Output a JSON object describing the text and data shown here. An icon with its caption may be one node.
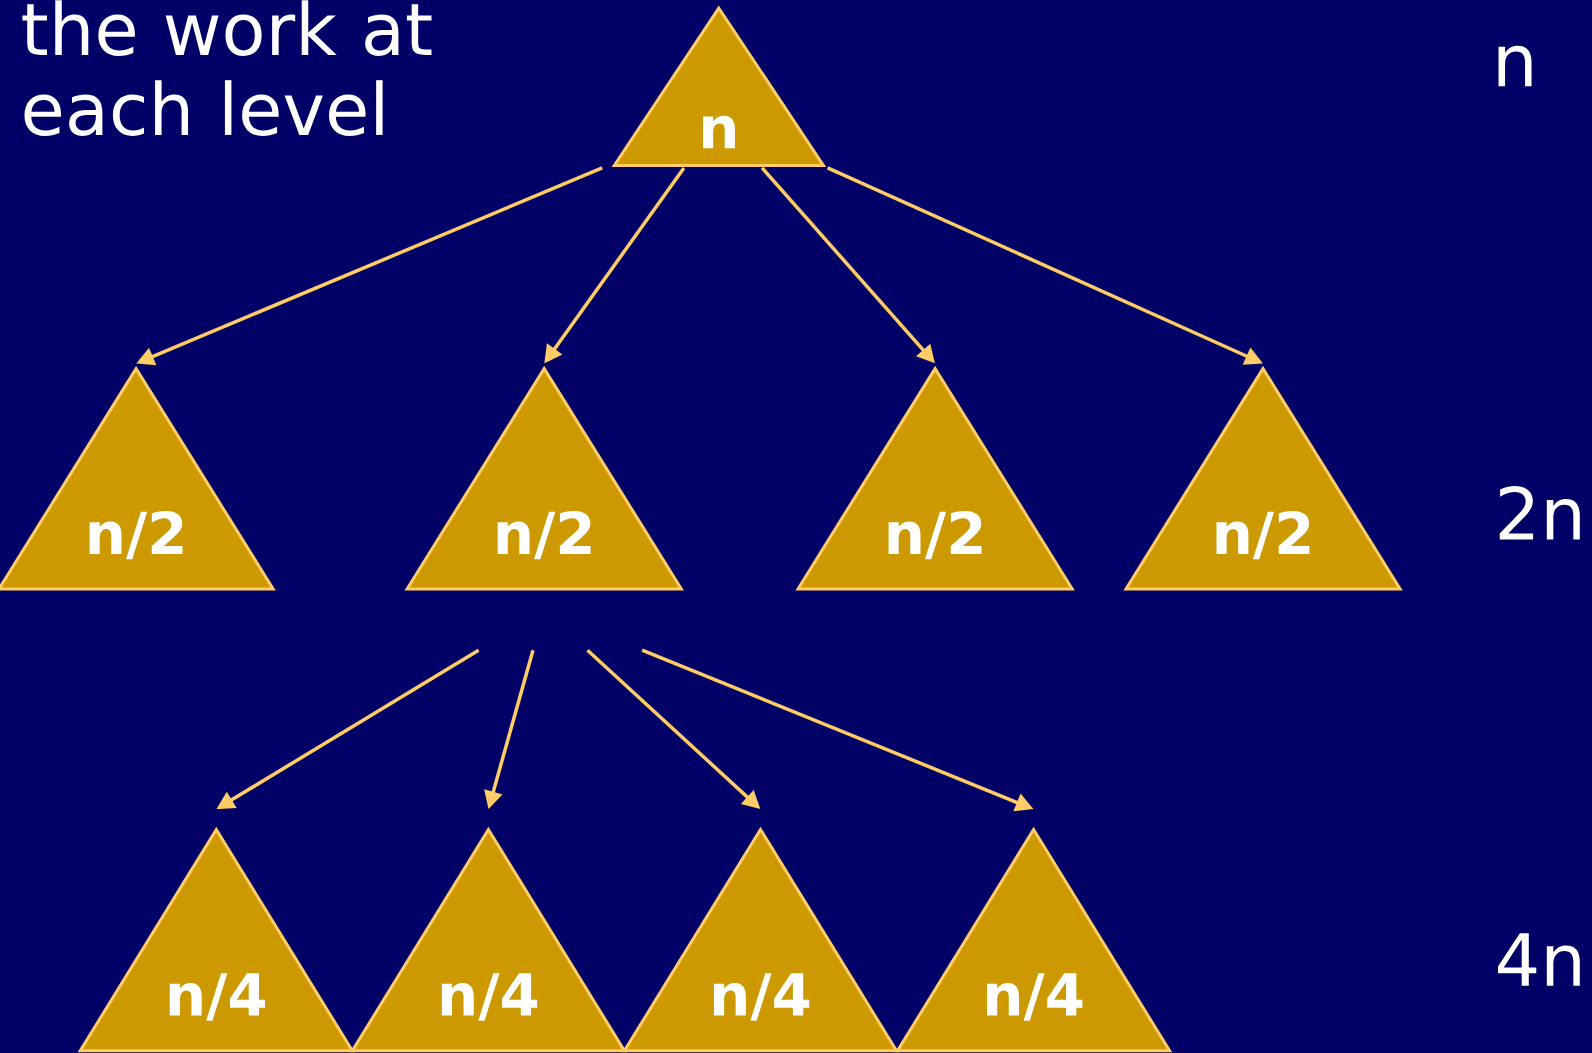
{
  "diagram": {
    "nodes": [
      {
        "text": [
          "n"
        ]
      },
      {
        "text": [
          "n/2"
        ]
      },
      {
        "text": [
          "n/2"
        ]
      },
      {
        "text": [
          "n/2"
        ]
      },
      {
        "text": [
          "n/2"
        ]
      },
      {
        "text": [
          "n/4"
        ]
      },
      {
        "text": [
          "n/4"
        ]
      },
      {
        "text": [
          "n/4"
        ]
      },
      {
        "text": [
          "n/4"
        ]
      }
    ],
    "edges": [
      {
        "from": 0,
        "to": 1,
        "arrow": "to"
      },
      {
        "from": 0,
        "to": 2,
        "arrow": "to"
      },
      {
        "from": 0,
        "to": 3,
        "arrow": "to"
      },
      {
        "from": 0,
        "to": 4,
        "arrow": "to"
      },
      {
        "from": 2,
        "to": 5,
        "arrow": "to"
      },
      {
        "from": 2,
        "to": 6,
        "arrow": "to"
      },
      {
        "from": 2,
        "to": 7,
        "arrow": "to"
      },
      {
        "from": 2,
        "to": 8,
        "arrow": "to"
      }
    ],
    "labels": [
      "the work at each level",
      "n",
      "2n",
      "4n"
    ]
  }
}
